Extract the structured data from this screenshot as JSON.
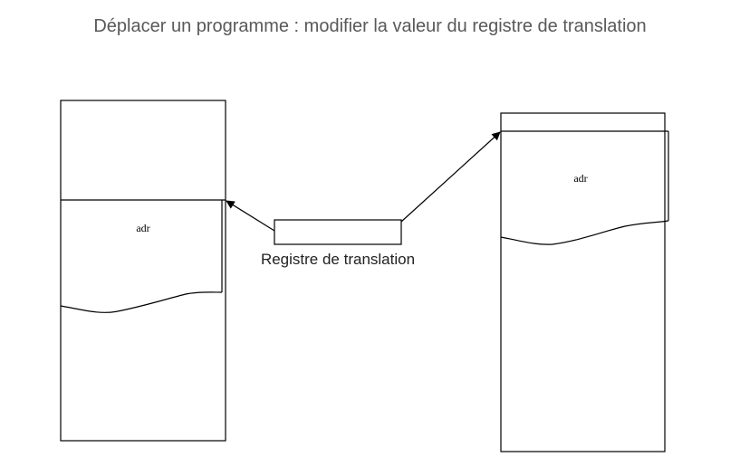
{
  "slide": {
    "title": "Déplacer un programme : modifier la valeur du registre de translation"
  },
  "diagram": {
    "left_memory": {
      "program_label": "adr"
    },
    "right_memory": {
      "program_label": "adr"
    },
    "register": {
      "caption": "Registre de translation"
    },
    "colors": {
      "stroke": "#000000",
      "title": "#595959",
      "background": "#ffffff"
    }
  }
}
